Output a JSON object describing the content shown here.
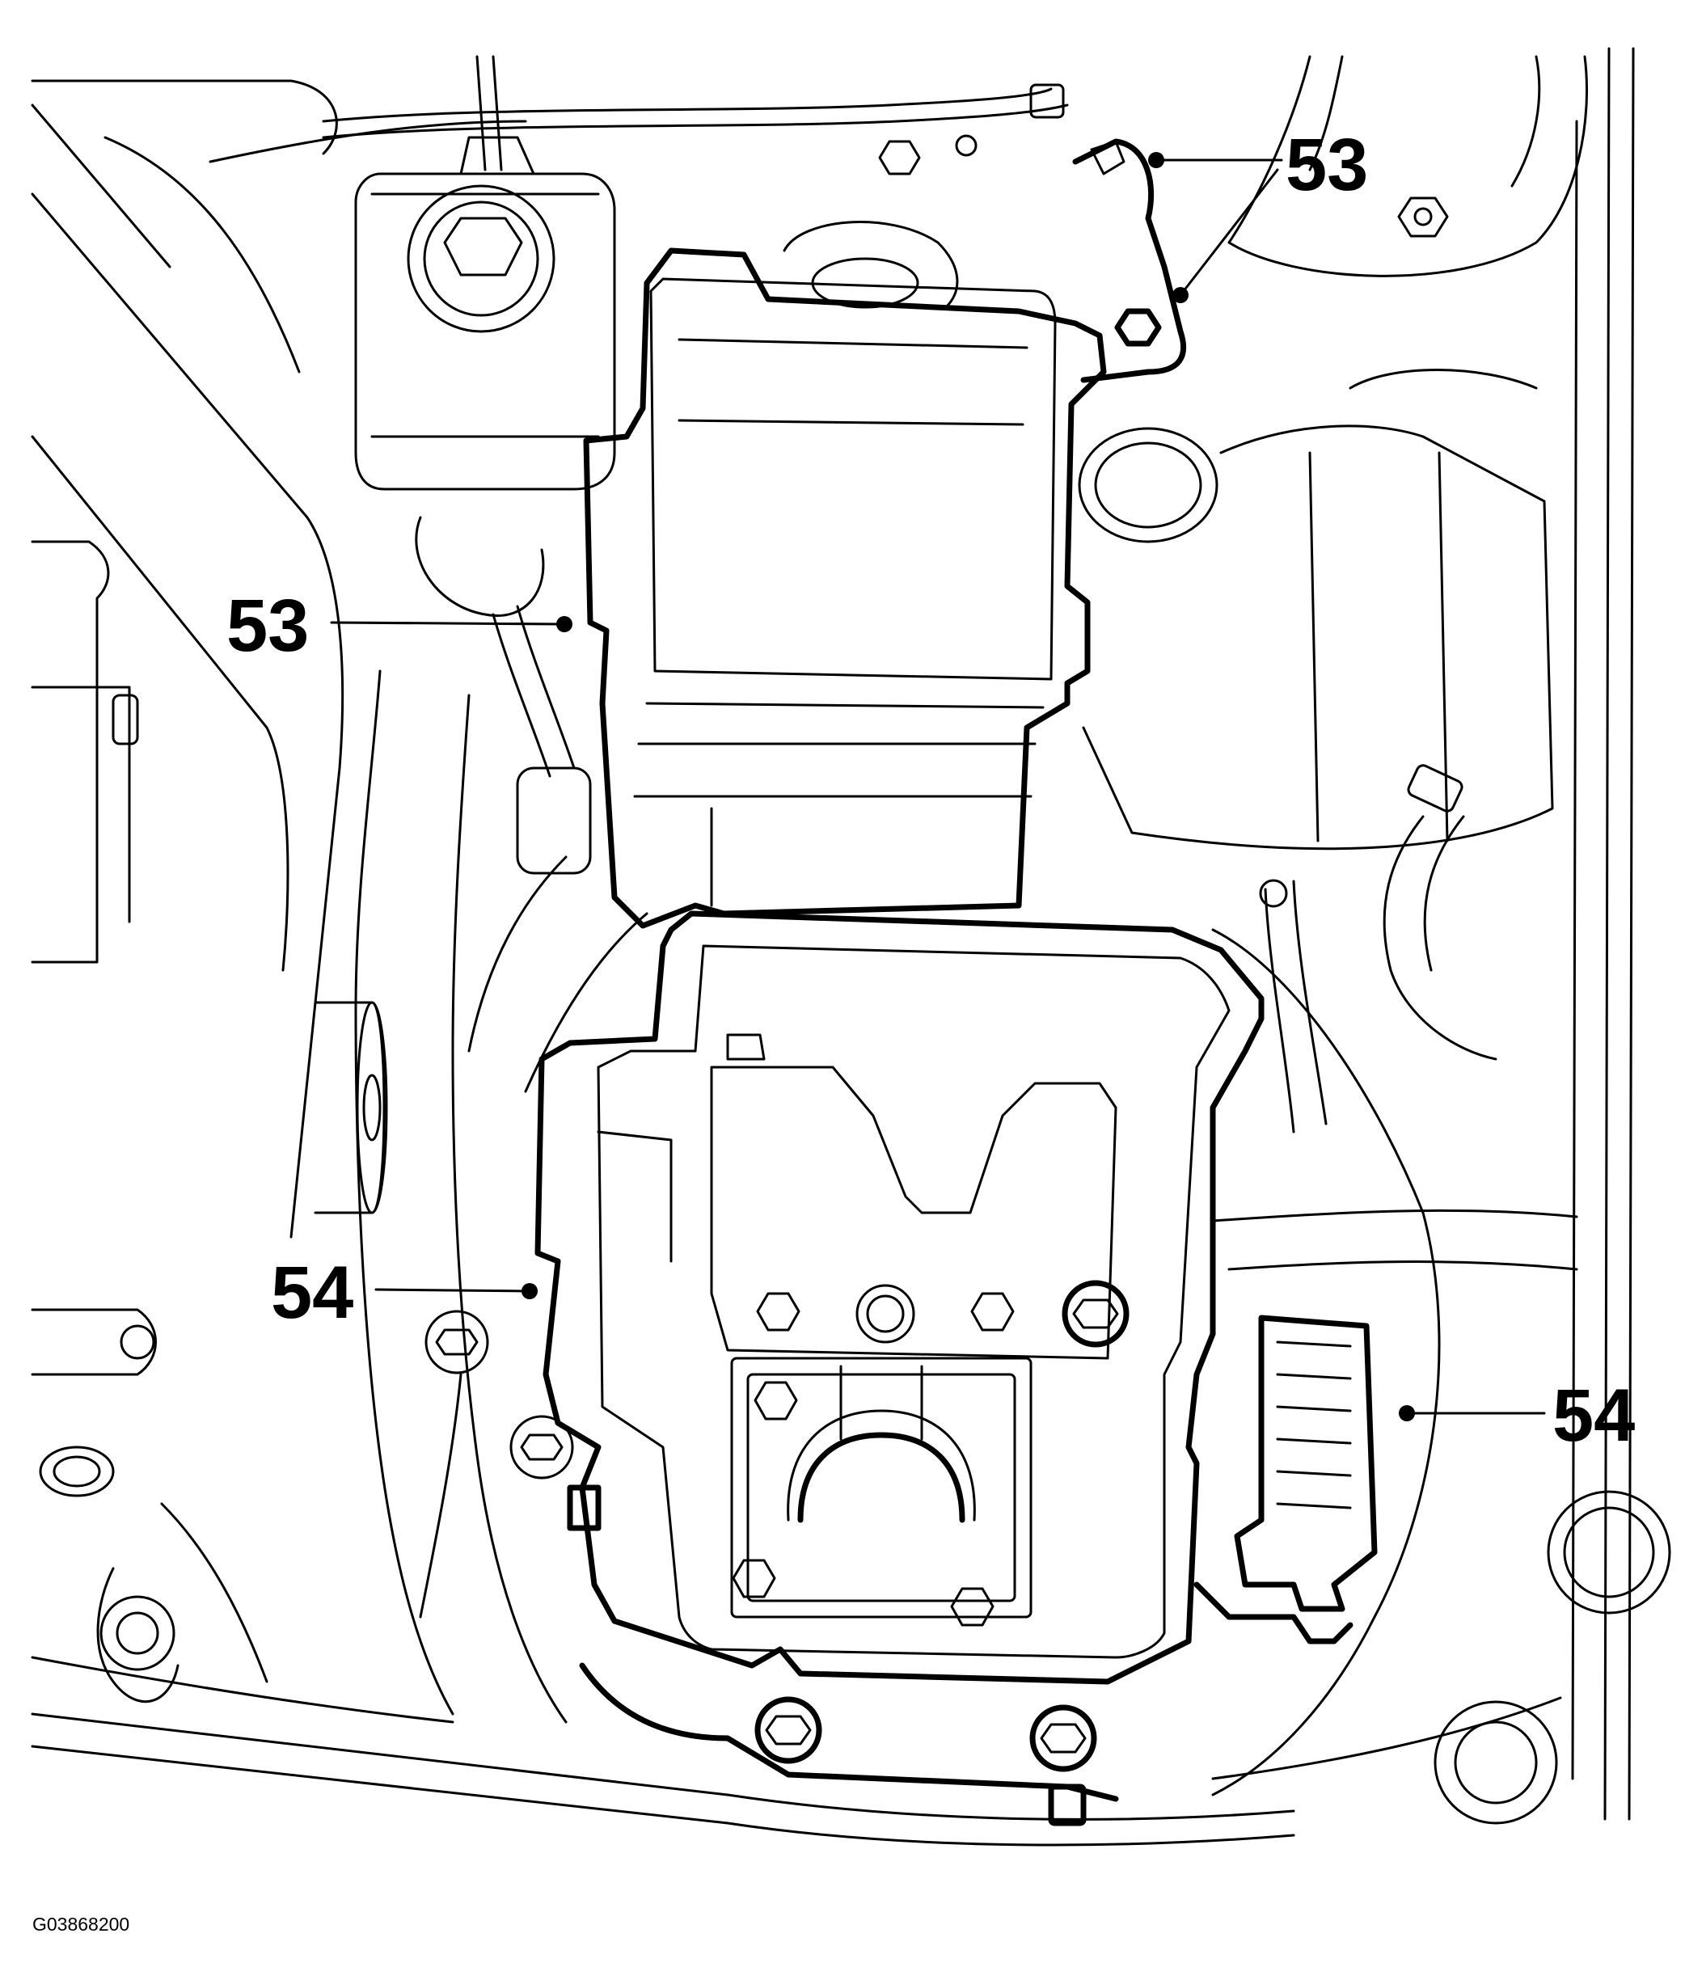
{
  "figure_id": "G03868200",
  "callouts": [
    {
      "id": "53-upper-right",
      "label": "53"
    },
    {
      "id": "53-left",
      "label": "53"
    },
    {
      "id": "54-left",
      "label": "54"
    },
    {
      "id": "54-right",
      "label": "54"
    }
  ],
  "colors": {
    "line": "#000000",
    "background": "#ffffff"
  }
}
